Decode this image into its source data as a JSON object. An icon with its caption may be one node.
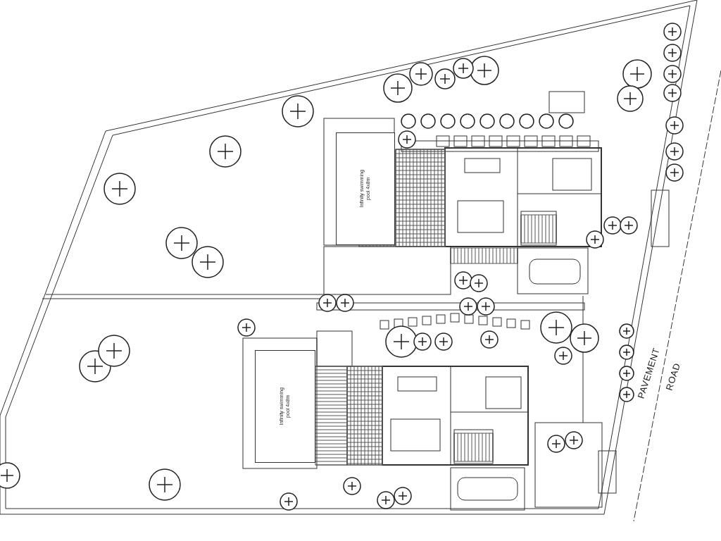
{
  "diagram": {
    "nodes": [
      {
        "text": [
          "Infinity swimming pool 4x8m"
        ]
      },
      {
        "text": [
          "Infinity swimming pool 4x8m"
        ]
      }
    ],
    "labels": [
      "PAVEMENT",
      "ROAD"
    ]
  }
}
